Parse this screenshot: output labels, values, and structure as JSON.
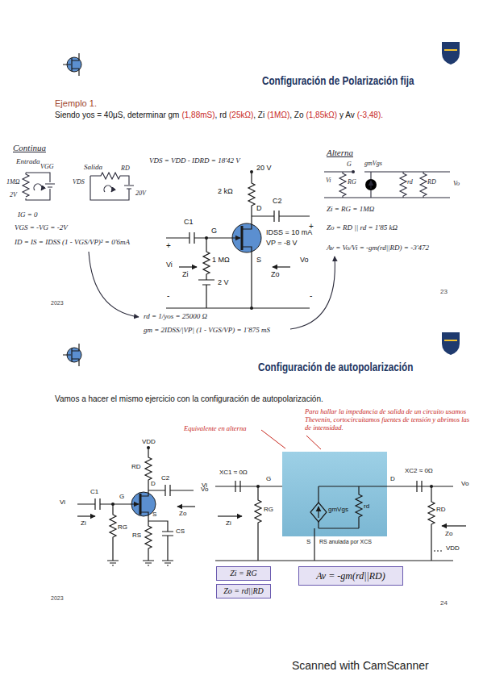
{
  "diagram": {
    "title": "Configuración de Polarización fija",
    "nodes": [
      {
        "text": [
          "gmVgs",
          "rd"
        ]
      },
      {
        "text": [
          "Zi = RG"
        ]
      },
      {
        "text": [
          "Zo = rd||RD"
        ]
      },
      {
        "text": [
          "Av = -gm(rd||RD)"
        ]
      }
    ],
    "labels": [
      "Ejemplo 1.",
      "Siendo yos = 40μS, determinar gm",
      "(1,88mS)",
      ", rd",
      "(25kΩ)",
      ", Zi",
      "(1MΩ)",
      ", Zo",
      "(1,85kΩ)",
      "y Av",
      "(-3,48).",
      "Continua",
      "Entrada",
      "VGG",
      "1MΩ",
      "2V",
      "IG = 0",
      "VGS = -VG = -2V",
      "ID = IS = IDSS (1 - VGS/VP)² = 0'6mA",
      "Salida",
      "RD",
      "VDS",
      "20V",
      "VDS = VDD - IDRD = 18'42 V",
      "20 V",
      "2 kΩ",
      "D",
      "C2",
      "C1",
      "G",
      "IDSS = 10 mA",
      "VP = -8 V",
      "+",
      "1 MΩ",
      "S",
      "Vi",
      "Zi",
      "Zo",
      "Vo",
      "+",
      "2 V",
      "-",
      "-",
      "Alterna",
      "G",
      "Vi",
      "RG",
      "gmVgs",
      "rd",
      "RD",
      "Vo",
      "Zi = RG = 1MΩ",
      "Zo = RD || rd = 1'85 kΩ",
      "Av = Vo/Vi = -gm(rd||RD) = -3'472",
      "23",
      "2023",
      "rd = 1/yos = 25000 Ω",
      "gm = 2IDSS/|VP| (1 - VGS/VP) = 1'875 mS",
      "Configuración de autopolarización",
      "Vamos a hacer el mismo ejercicio con la configuración de autopolarización.",
      "Para hallar la impedancia de salida de un circuito usamos Thevenin, cortocircuitamos fuentes de tensión y abrimos las de intensidad.",
      "Equivalente en alterna",
      "VDD",
      "RD",
      "C2",
      "D",
      "Vo",
      "C1",
      "Vi",
      "G",
      "S",
      "Zo",
      "Zi",
      "RG",
      "RS",
      "CS",
      "Vi",
      "XC1 ≈ 0Ω",
      "G",
      "D",
      "XC2 ≈ 0Ω",
      "Vo",
      "Zi",
      "RG",
      "S",
      "RS anulada por XCS",
      "RD",
      "Zo",
      "VDD",
      "2023",
      "24",
      "Scanned with CamScanner"
    ]
  }
}
